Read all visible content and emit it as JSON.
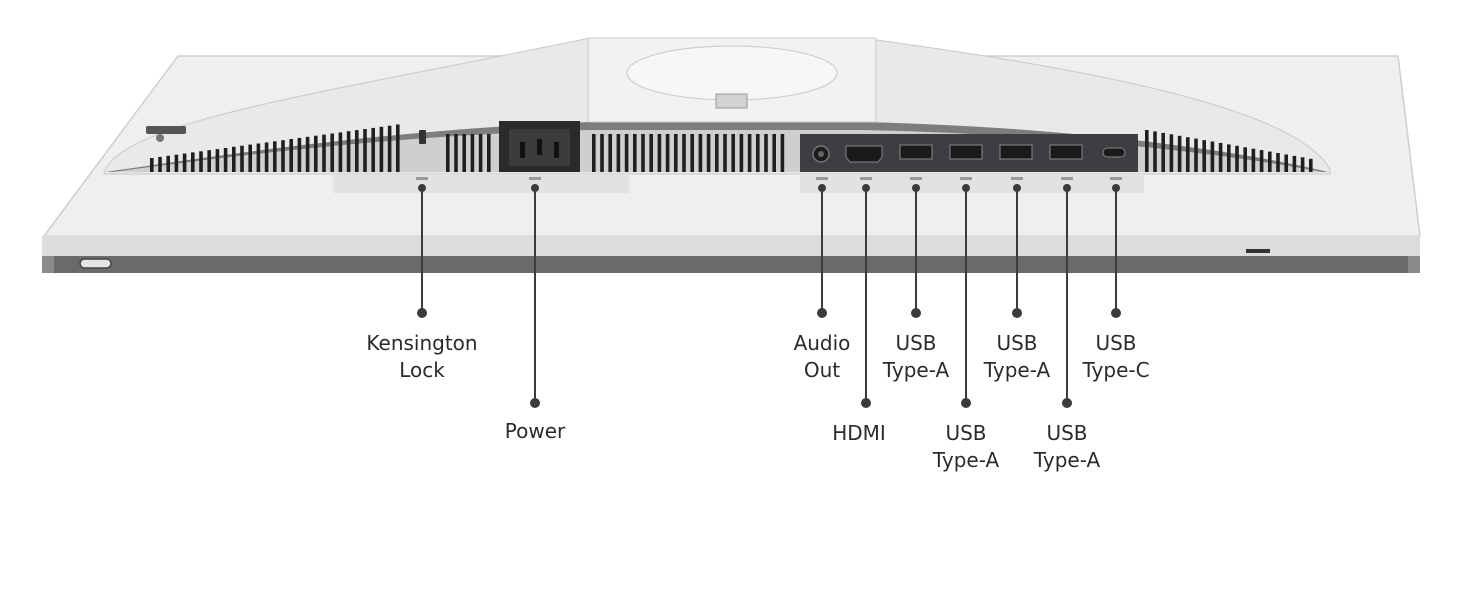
{
  "diagram": {
    "colors": {
      "body": "#eeeeef",
      "frame": "#dcdcdd",
      "frame_edge": "#5e5e5e",
      "port_panel": "#3f4043",
      "port": "#1f2023",
      "leader": "#3b3b3b"
    },
    "callouts": [
      {
        "id": "kensington-lock",
        "line1": "Kensington",
        "line2": "Lock"
      },
      {
        "id": "power",
        "line1": "Power",
        "line2": ""
      },
      {
        "id": "audio-out",
        "line1": "Audio",
        "line2": "Out"
      },
      {
        "id": "hdmi",
        "line1": "HDMI",
        "line2": ""
      },
      {
        "id": "usb-a-1",
        "line1": "USB",
        "line2": "Type-A"
      },
      {
        "id": "usb-a-2",
        "line1": "USB",
        "line2": "Type-A"
      },
      {
        "id": "usb-a-3",
        "line1": "USB",
        "line2": "Type-A"
      },
      {
        "id": "usb-a-4",
        "line1": "USB",
        "line2": "Type-A"
      },
      {
        "id": "usb-c",
        "line1": "USB",
        "line2": "Type-C"
      }
    ]
  }
}
